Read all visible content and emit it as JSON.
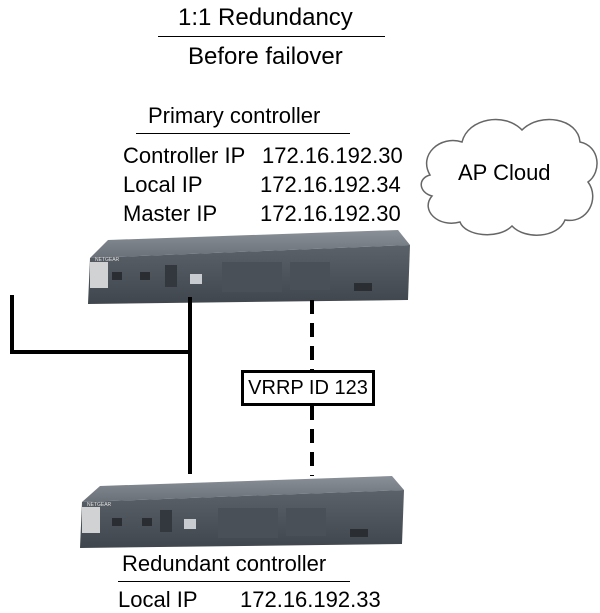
{
  "heading": {
    "title": "1:1 Redundancy",
    "subtitle": "Before failover"
  },
  "primary": {
    "label": "Primary controller",
    "rows": [
      {
        "name": "Controller IP",
        "value": "172.16.192.30"
      },
      {
        "name": "Local IP",
        "value": "172.16.192.34"
      },
      {
        "name": "Master IP",
        "value": "172.16.192.30"
      }
    ]
  },
  "cloud": {
    "label": "AP Cloud"
  },
  "vrrp": {
    "label": "VRRP ID 123"
  },
  "redundant": {
    "label": "Redundant controller",
    "rows": [
      {
        "name": "Local IP",
        "value": "172.16.192.33"
      }
    ]
  },
  "device": {
    "brand": "NETGEAR"
  },
  "colors": {
    "line": "#000000",
    "device_body": "#5a6068",
    "device_top": "#7d838b",
    "device_panel": "#3d434a"
  }
}
